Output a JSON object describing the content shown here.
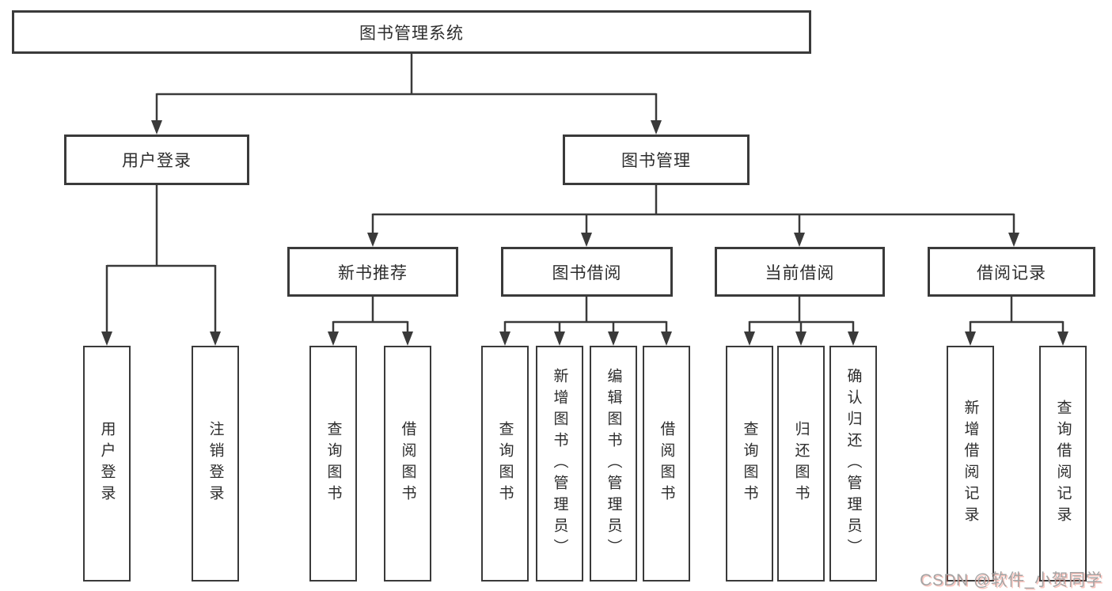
{
  "diagram_title": "图书管理系统",
  "tree": {
    "label": "图书管理系统",
    "children": [
      {
        "label": "用户登录",
        "children": [
          {
            "label": "用户登录"
          },
          {
            "label": "注销登录"
          }
        ]
      },
      {
        "label": "图书管理",
        "children": [
          {
            "label": "新书推荐",
            "children": [
              {
                "label": "查询图书"
              },
              {
                "label": "借阅图书"
              }
            ]
          },
          {
            "label": "图书借阅",
            "children": [
              {
                "label": "查询图书"
              },
              {
                "label": "新增图书（管理员）"
              },
              {
                "label": "编辑图书（管理员）"
              },
              {
                "label": "借阅图书"
              }
            ]
          },
          {
            "label": "当前借阅",
            "children": [
              {
                "label": "查询图书"
              },
              {
                "label": "归还图书"
              },
              {
                "label": "确认归还（管理员）"
              }
            ]
          },
          {
            "label": "借阅记录",
            "children": [
              {
                "label": "新增借阅记录"
              },
              {
                "label": "查询借阅记录"
              }
            ]
          }
        ]
      }
    ]
  },
  "watermark": {
    "text": "CSDN @软件_小贺同学"
  },
  "colors": {
    "line": "#3a3a3a",
    "box_border": "#3a3a3a",
    "box_fill": "#ffffff",
    "text": "#2d2d2d",
    "watermark_text": "#a4a4a4",
    "watermark_shadow": "#f45a46"
  }
}
